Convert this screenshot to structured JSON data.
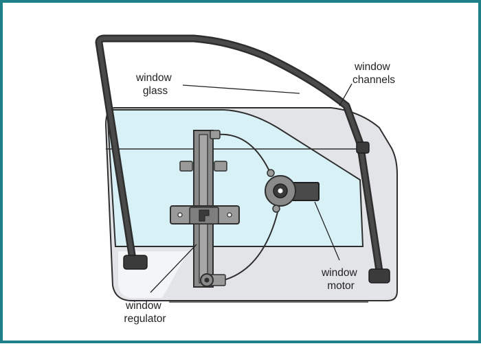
{
  "labels": {
    "window_glass": [
      "window",
      "glass"
    ],
    "window_channels": [
      "window",
      "channels"
    ],
    "window_motor": [
      "window",
      "motor"
    ],
    "window_regulator": [
      "window",
      "regulator"
    ]
  },
  "colors": {
    "frame_border": "#1f7f86",
    "glass": "#d7f1f7",
    "door_panel": "#e3e4e8",
    "channel": "#3b3b3b",
    "regulator": "#8a8a8a",
    "outline": "#2e2e2e"
  }
}
